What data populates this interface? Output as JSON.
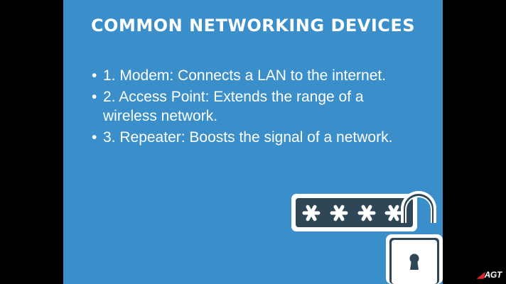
{
  "slide": {
    "title": "Common Networking Devices",
    "bullet_marker": "•",
    "bullets": [
      "1. Modem: Connects a LAN to the internet.",
      "2. Access Point: Extends the range of a wireless network.",
      "3. Repeater: Boosts the signal of a network."
    ],
    "background_color": "#3a8fcb",
    "graphic": {
      "description_icons": [
        "password-field-icon",
        "padlock-icon"
      ]
    }
  },
  "watermark": {
    "mark": "◢",
    "text": "AGT"
  }
}
